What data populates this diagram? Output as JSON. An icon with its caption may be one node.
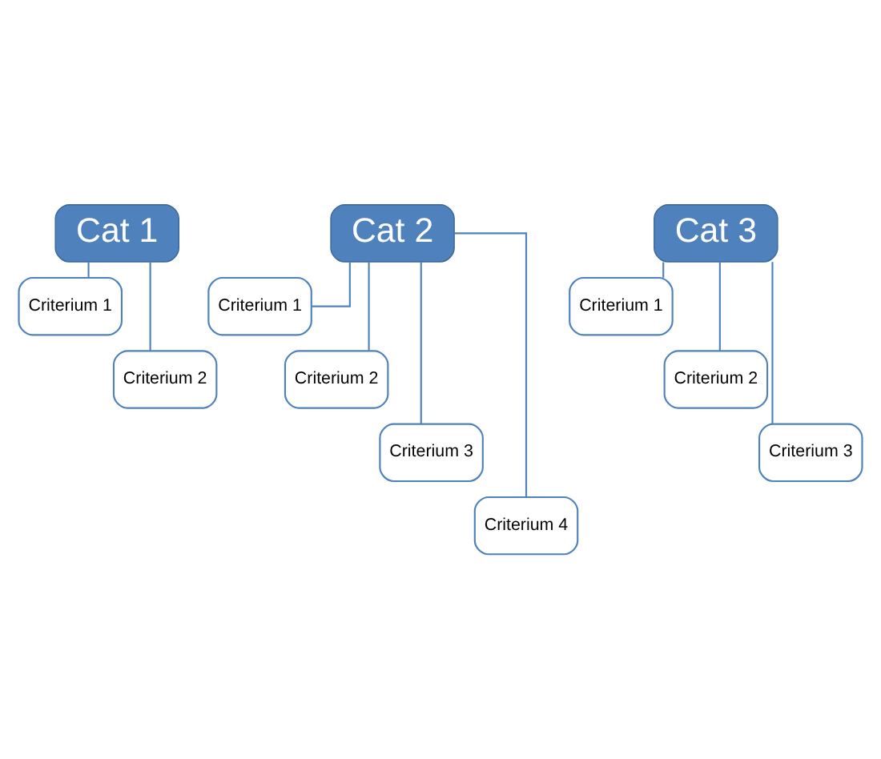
{
  "diagram": {
    "nodes": [
      {
        "text": [
          "Cat 1"
        ]
      },
      {
        "text": [
          "Criterium 1"
        ]
      },
      {
        "text": [
          "Criterium 2"
        ]
      },
      {
        "text": [
          "Cat 2"
        ]
      },
      {
        "text": [
          "Criterium 1"
        ]
      },
      {
        "text": [
          "Criterium 2"
        ]
      },
      {
        "text": [
          "Criterium 3"
        ]
      },
      {
        "text": [
          "Criterium 4"
        ]
      },
      {
        "text": [
          "Cat 3"
        ]
      },
      {
        "text": [
          "Criterium 1"
        ]
      },
      {
        "text": [
          "Criterium 2"
        ]
      },
      {
        "text": [
          "Criterium 3"
        ]
      }
    ],
    "edges": [
      {
        "from": 0,
        "to": 1,
        "arrow": "none"
      },
      {
        "from": 0,
        "to": 2,
        "arrow": "none"
      },
      {
        "from": 3,
        "to": 4,
        "arrow": "none"
      },
      {
        "from": 3,
        "to": 5,
        "arrow": "none"
      },
      {
        "from": 3,
        "to": 6,
        "arrow": "none"
      },
      {
        "from": 3,
        "to": 7,
        "arrow": "none"
      },
      {
        "from": 8,
        "to": 9,
        "arrow": "none"
      },
      {
        "from": 8,
        "to": 10,
        "arrow": "none"
      },
      {
        "from": 8,
        "to": 11,
        "arrow": "none"
      }
    ]
  }
}
